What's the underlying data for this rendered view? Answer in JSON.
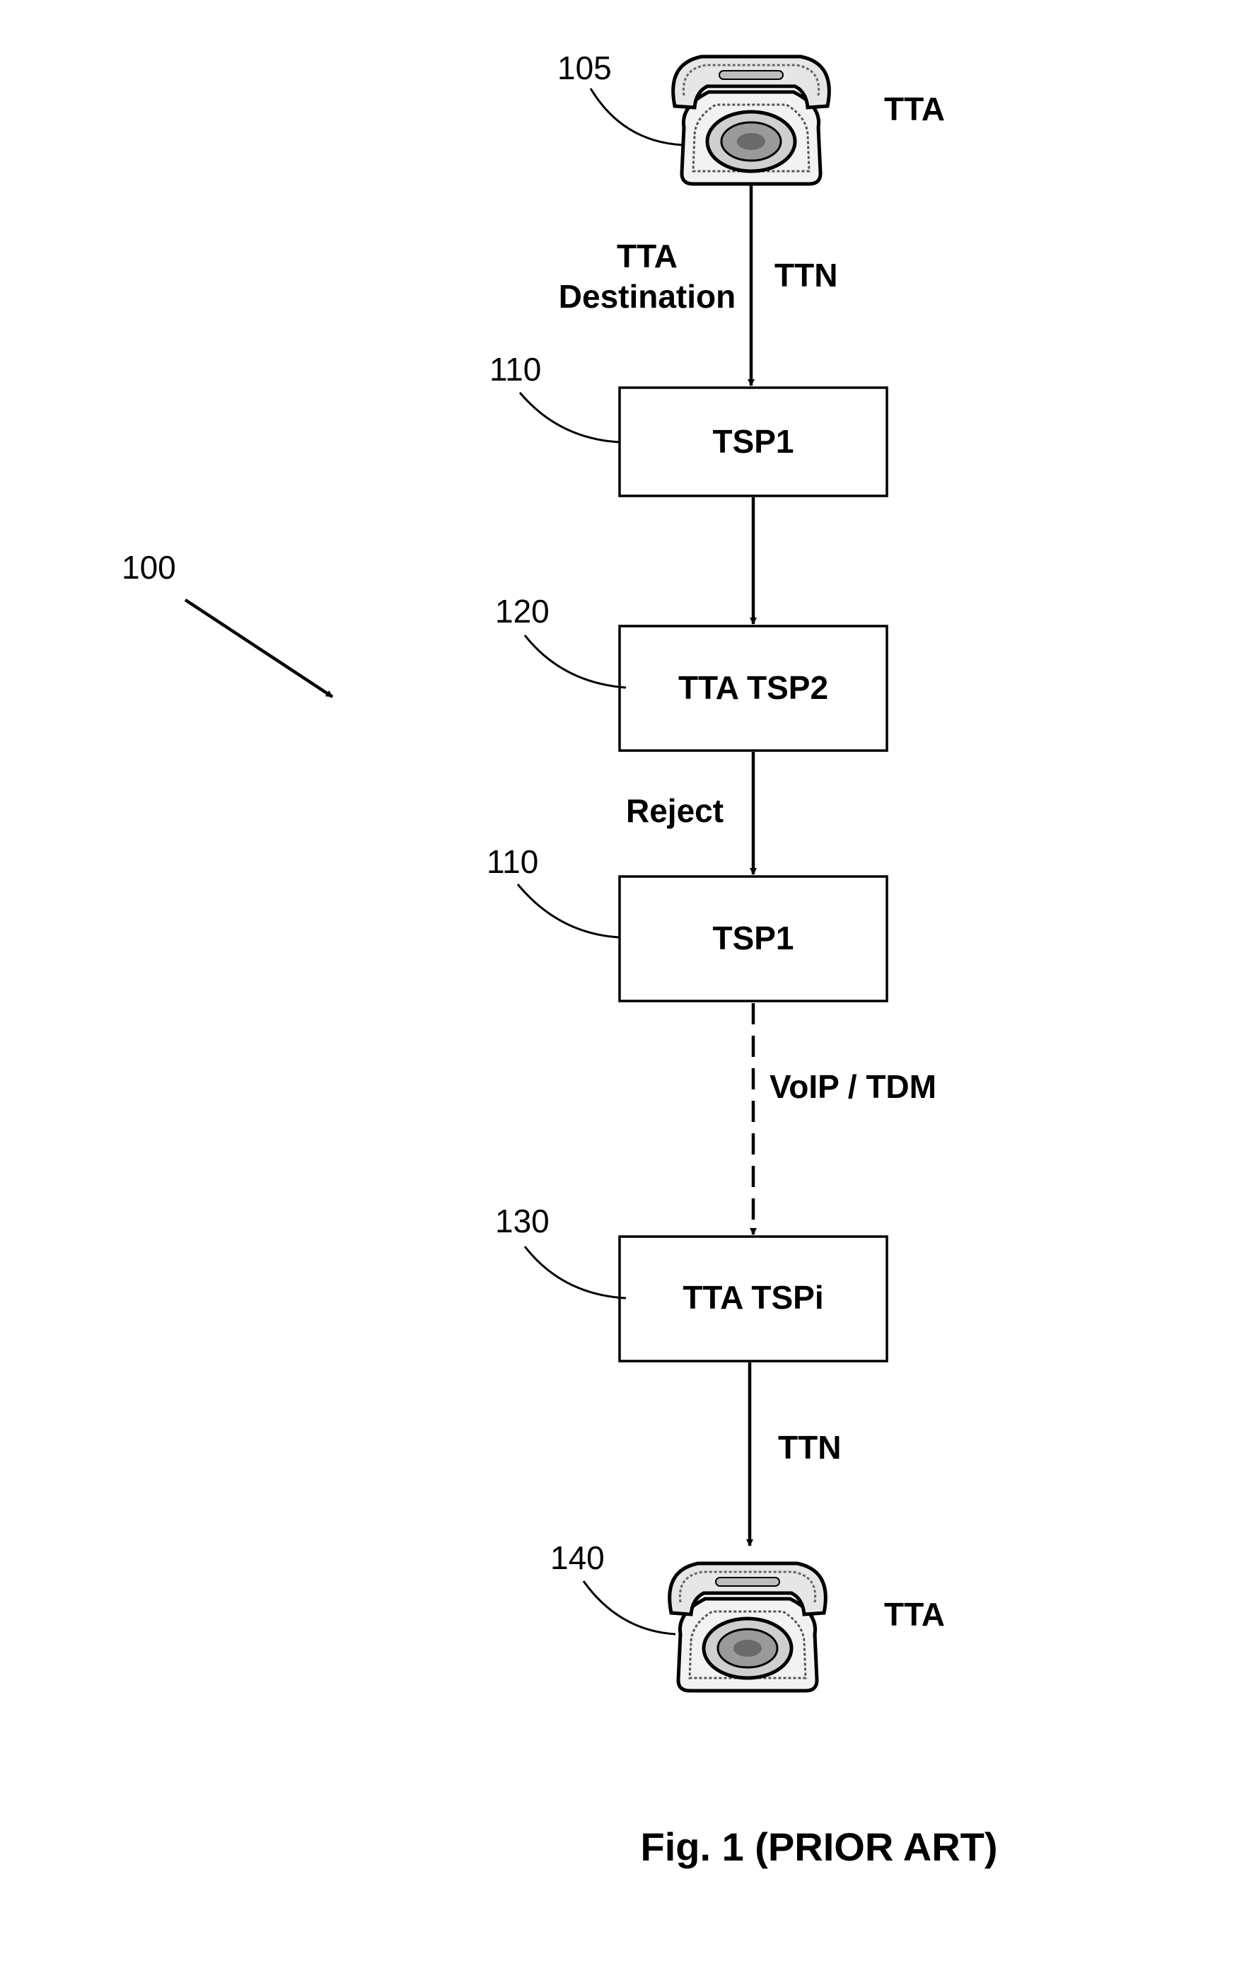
{
  "diagram": {
    "ref_main": "100",
    "caller": {
      "ref": "105",
      "label": "TTA"
    },
    "edge1": {
      "left_label_line1": "TTA",
      "left_label_line2": "Destination",
      "right_label": "TTN"
    },
    "box1": {
      "ref": "110",
      "label": "TSP1"
    },
    "box2": {
      "ref": "120",
      "label": "TTA TSP2"
    },
    "edge3": {
      "label": "Reject"
    },
    "box3": {
      "ref": "110",
      "label": "TSP1"
    },
    "edge4": {
      "label": "VoIP / TDM"
    },
    "box4": {
      "ref": "130",
      "label": "TTA TSPi"
    },
    "edge5": {
      "label": "TTN"
    },
    "callee": {
      "ref": "140",
      "label": "TTA"
    },
    "caption": "Fig. 1 (PRIOR ART)"
  }
}
